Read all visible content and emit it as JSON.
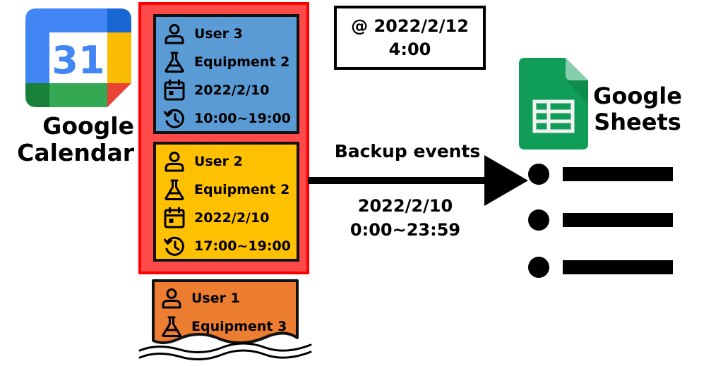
{
  "calendar": {
    "title_line1": "Google",
    "title_line2": "Calendar",
    "logo_number": "31",
    "colors": {
      "blue": "#4285f4",
      "dark_blue": "#1967d2",
      "green": "#34a853",
      "dark_green": "#188038",
      "yellow": "#fbbc04",
      "red": "#ea4335"
    }
  },
  "selection": {
    "frame_color": "#ff0000"
  },
  "events": [
    {
      "user": "User 3",
      "equipment": "Equipment 2",
      "date": "2022/2/10",
      "time": "10:00~19:00",
      "color": "#5b9bd5"
    },
    {
      "user": "User 2",
      "equipment": "Equipment 2",
      "date": "2022/2/10",
      "time": "17:00~19:00",
      "color": "#ffc000"
    },
    {
      "user": "User 1",
      "equipment": "Equipment 3",
      "color": "#ed7d31"
    }
  ],
  "icons": {
    "user": "user-icon",
    "equipment": "flask-icon",
    "date": "calendar-icon",
    "time": "clock-history-icon"
  },
  "schedule": {
    "line1": "@ 2022/2/12",
    "line2": "4:00"
  },
  "arrow": {
    "label": "Backup events"
  },
  "range": {
    "line1": "2022/2/10",
    "line2": "0:00~23:59"
  },
  "sheets": {
    "title_line1": "Google",
    "title_line2": "Sheets",
    "color": "#0f9d58"
  }
}
